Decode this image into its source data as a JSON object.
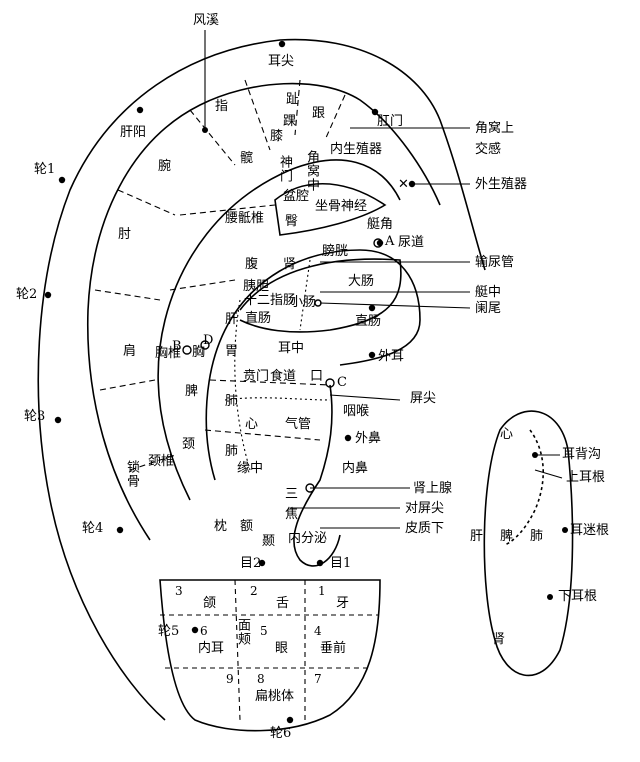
{
  "labels": {
    "fengxi": "风溪",
    "erjian": "耳尖",
    "ganyang": "肝阳",
    "zhi": "指",
    "zhi_toe": "趾",
    "gen": "跟",
    "huai": "踝",
    "xi": "膝",
    "gangmen": "肛门",
    "jiaowoshang": "角窝上",
    "jiaogan": "交感",
    "neishengzhiqi": "内生殖器",
    "jiaowozhong": "角窝中",
    "waishengzhiqi": "外生殖器",
    "lun1": "轮1",
    "lun2": "轮2",
    "lun3": "轮3",
    "lun4": "轮4",
    "lun5": "轮5",
    "lun6": "轮6",
    "wan": "腕",
    "kuan": "髋",
    "shenmen": "神门",
    "penqiang": "盆腔",
    "yaodizhui": "腰骶椎",
    "tun": "臀",
    "zuogushenjing": "坐骨神经",
    "tingjiao": "艇角",
    "zhou": "肘",
    "pangguang": "膀胱",
    "niaodao": "尿道",
    "shuniaoguan": "输尿管",
    "fu": "腹",
    "shen": "肾",
    "dachang": "大肠",
    "yiqdan": "胰胆",
    "shierzhichang": "十二指肠",
    "xiaochang": "小肠",
    "tingzhong": "艇中",
    "lanwei": "阑尾",
    "gan": "肝",
    "zhichang": "直肠",
    "jian": "肩",
    "xiong": "胸",
    "xiongzhui": "胸椎",
    "wei": "胃",
    "erzhong": "耳中",
    "waier": "外耳",
    "pt_b": "B",
    "pt_d": "D",
    "pt_a": "A",
    "pt_c": "C",
    "bengmen": "贲门",
    "shidao": "食道",
    "kou": "口",
    "pingjian": "屏尖",
    "pi": "脾",
    "fei": "肺",
    "yanhou": "咽喉",
    "xin": "心",
    "qiguan": "气管",
    "waibi": "外鼻",
    "suogu": "锁骨",
    "jingzhui": "颈椎",
    "jing": "颈",
    "yuanzhong": "缘中",
    "neibi": "内鼻",
    "shenshangxian": "肾上腺",
    "sanjiao": "三焦",
    "duipingjian": "对屏尖",
    "zhen": "枕",
    "nie": "颞",
    "e": "额",
    "neifenmi": "内分泌",
    "pizhixia": "皮质下",
    "mu2": "目2",
    "mu1": "目1",
    "n1": "1",
    "n2": "2",
    "n3": "3",
    "n4": "4",
    "n5": "5",
    "n6": "6",
    "n7": "7",
    "n8": "8",
    "n9": "9",
    "he": "颌",
    "she": "舌",
    "ya": "牙",
    "mianjia": "面颊",
    "neier": "内耳",
    "yan": "眼",
    "chuiqian": "垂前",
    "biantaoti": "扁桃体",
    "back_xin": "心",
    "back_gan": "肝",
    "back_pi": "脾",
    "back_fei": "肺",
    "back_shen": "肾",
    "erbeigou": "耳背沟",
    "shangergen": "上耳根",
    "ermigen": "耳迷根",
    "xiaergen": "下耳根"
  }
}
